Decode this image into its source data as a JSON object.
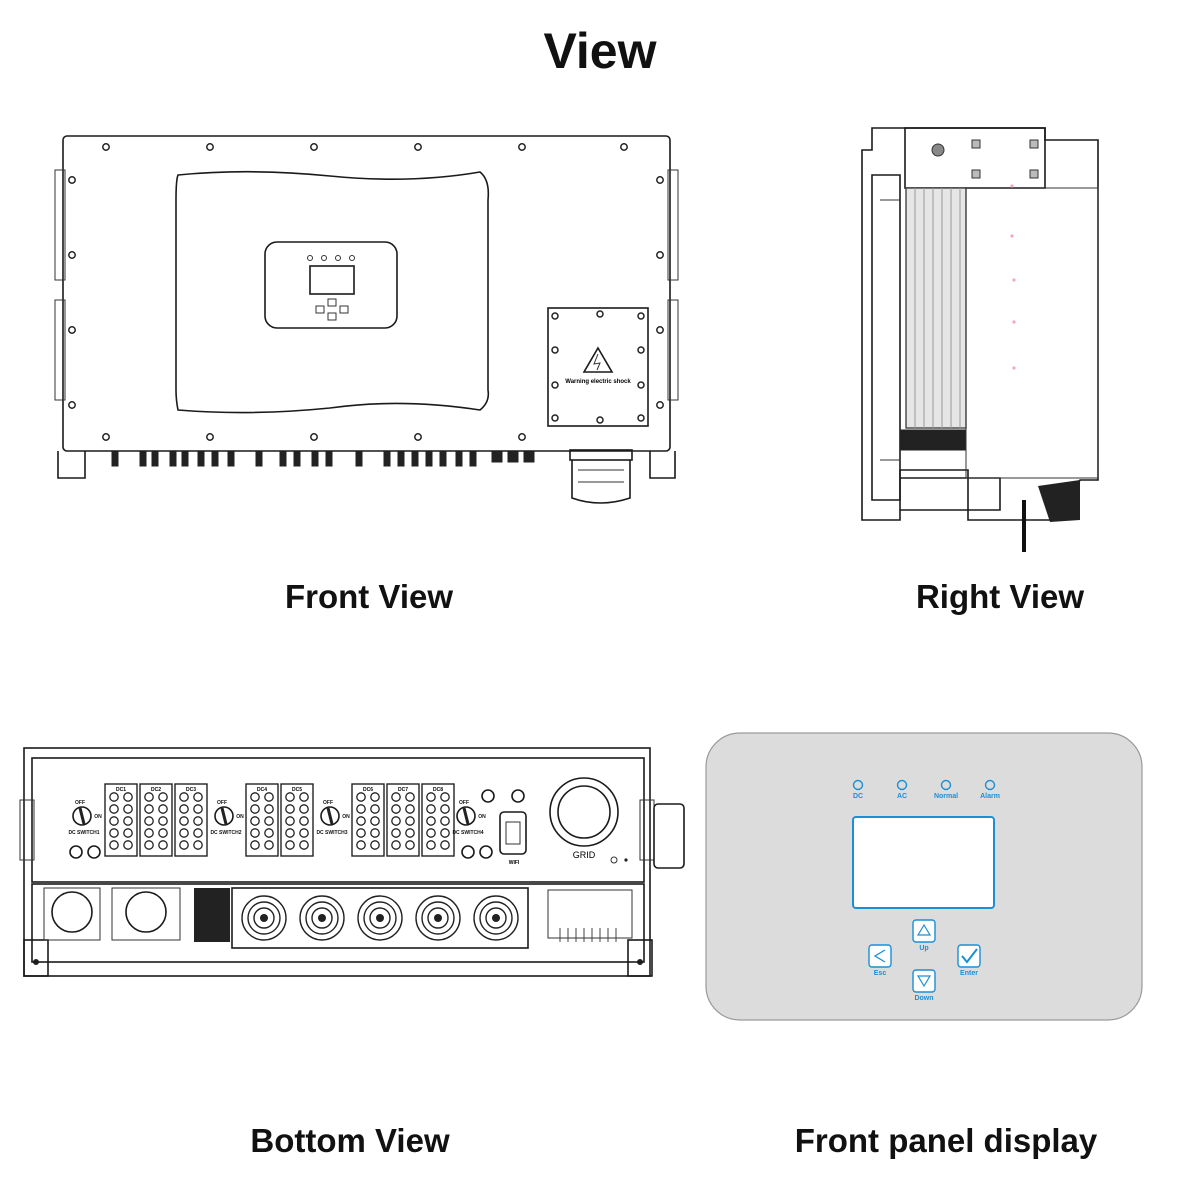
{
  "page": {
    "title": "View"
  },
  "captions": {
    "front": "Front View",
    "right": "Right View",
    "bottom": "Bottom View",
    "panel": "Front panel display"
  },
  "front_view": {
    "warning_label": "Warning electric shock"
  },
  "bottom_view": {
    "dc_groups": [
      "DC1",
      "DC2",
      "DC3",
      "DC4",
      "DC5",
      "DC6",
      "DC7",
      "DC8"
    ],
    "switches": [
      "DC SWITCH1",
      "DC SWITCH2",
      "DC SWITCH3",
      "DC SWITCH4"
    ],
    "switch_state_off": "OFF",
    "switch_state_on": "ON",
    "grid_label": "GRID",
    "wifi_label": "WIFI"
  },
  "panel_display": {
    "indicators": [
      "DC",
      "AC",
      "Normal",
      "Alarm"
    ],
    "buttons": {
      "up": "Up",
      "down": "Down",
      "esc": "Esc",
      "enter": "Enter"
    },
    "accent_color": "#1b8fd6",
    "panel_color": "#dcdcdc"
  }
}
